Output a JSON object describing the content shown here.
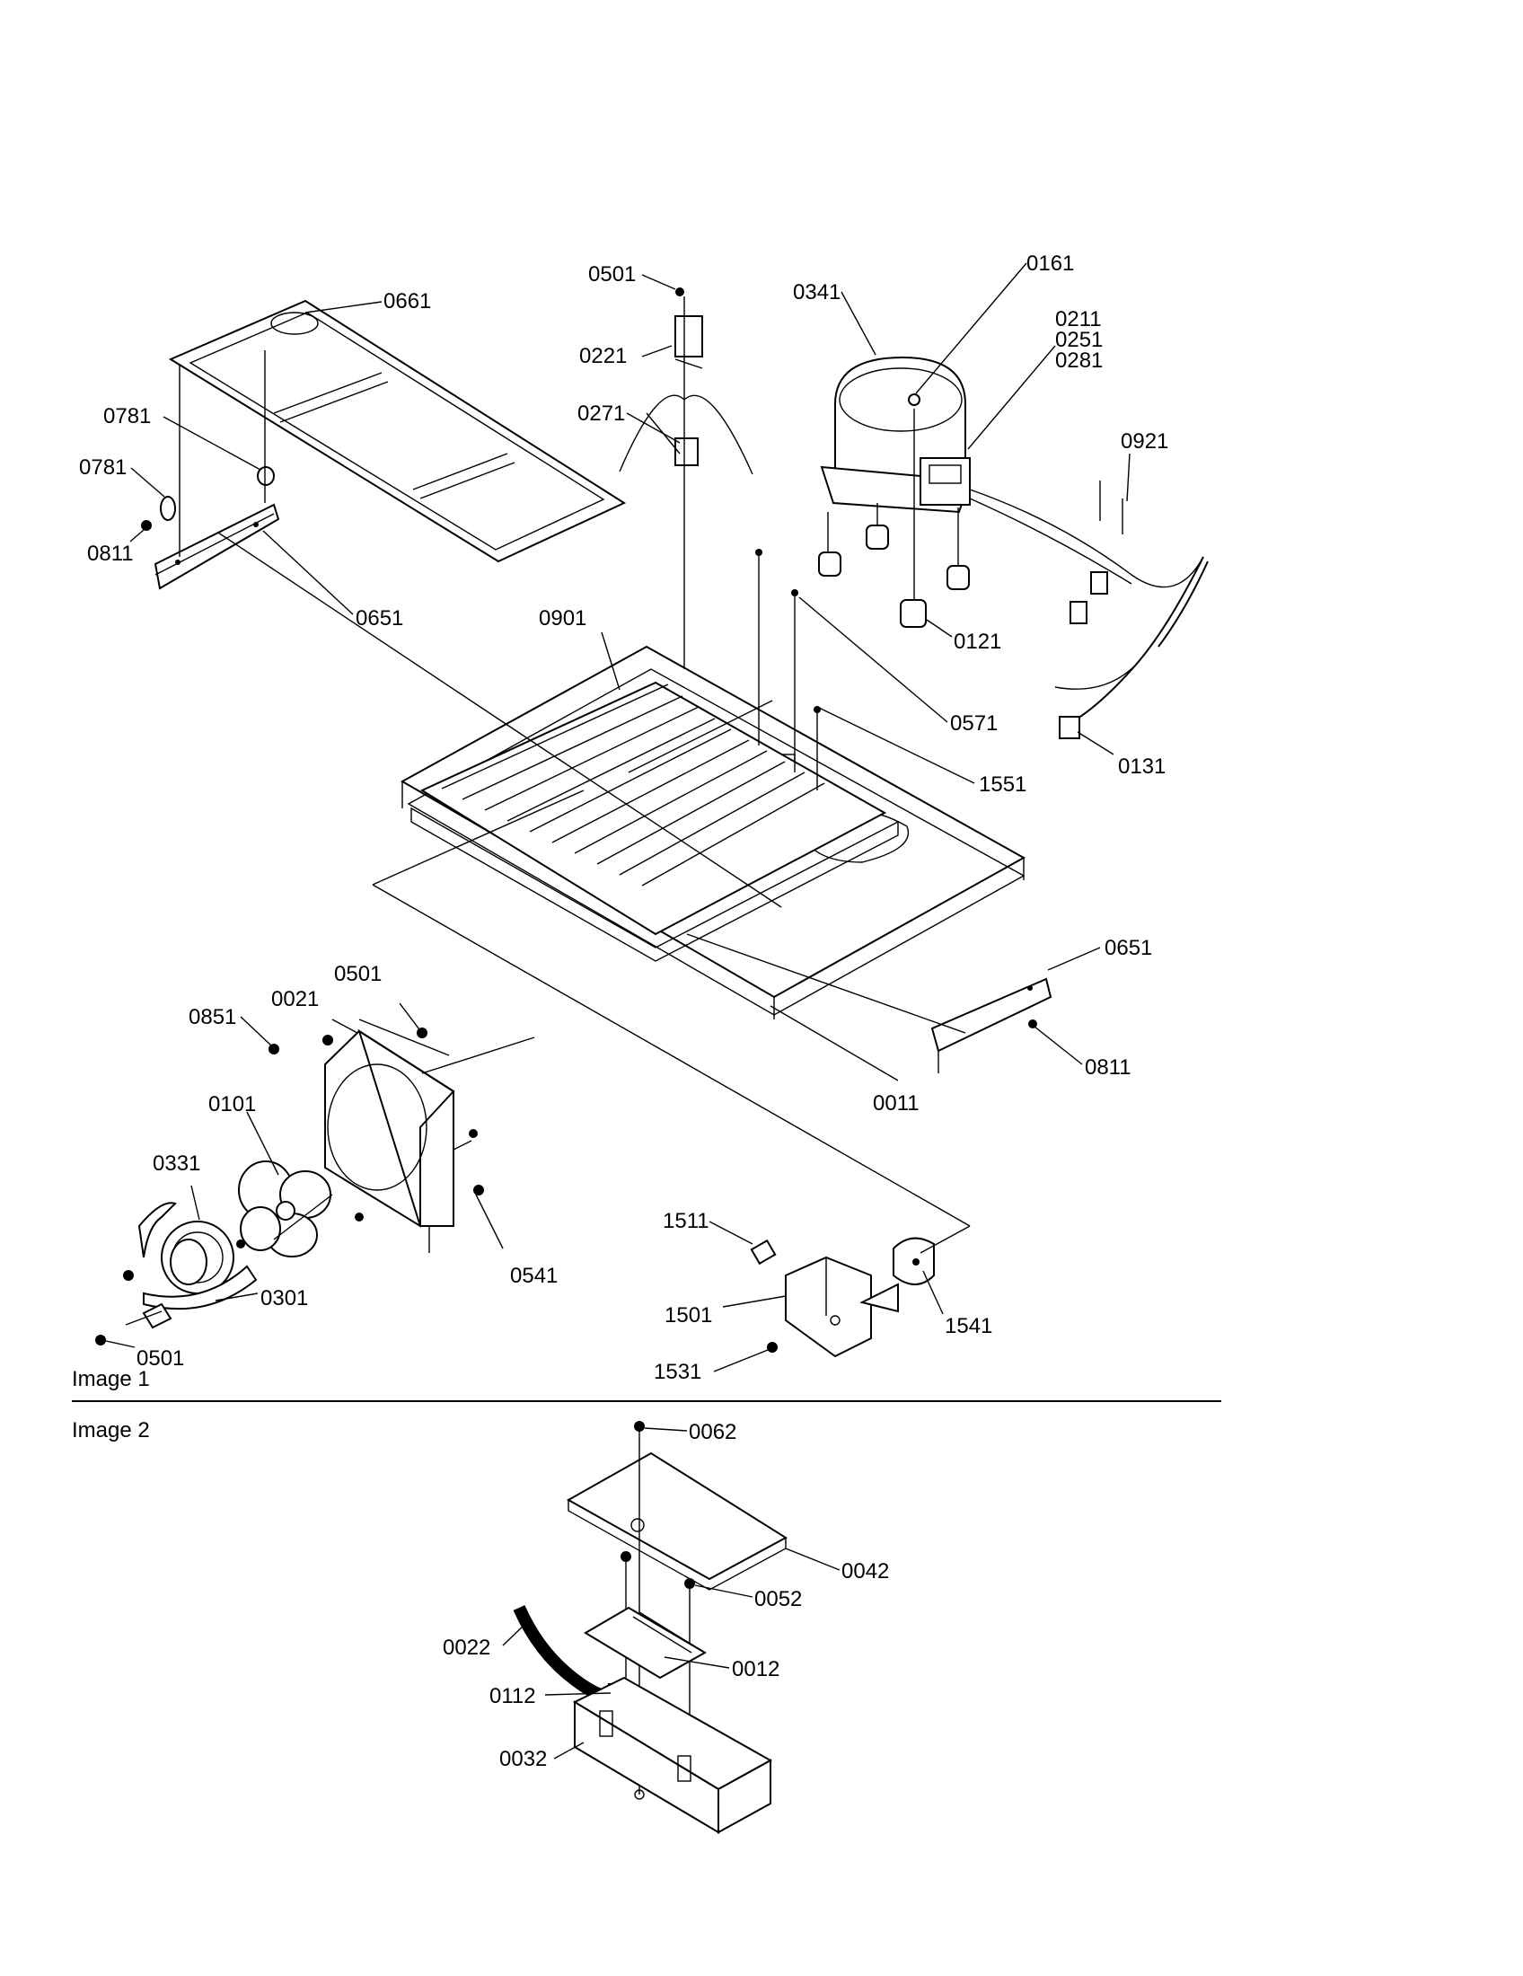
{
  "sections": [
    {
      "id": "image1",
      "label": "Image 1"
    },
    {
      "id": "image2",
      "label": "Image 2"
    }
  ],
  "callouts": {
    "image1": [
      "0501",
      "0661",
      "0221",
      "0341",
      "0161",
      "0211",
      "0251",
      "0281",
      "0271",
      "0781",
      "0781",
      "0811",
      "0921",
      "0651",
      "0901",
      "0121",
      "0571",
      "1551",
      "0131",
      "0501",
      "0021",
      "0851",
      "0651",
      "0811",
      "0101",
      "0011",
      "0331",
      "1511",
      "0541",
      "1501",
      "1541",
      "0301",
      "0501",
      "1531"
    ],
    "image2": [
      "0062",
      "0042",
      "0052",
      "0022",
      "0012",
      "0112",
      "0032"
    ]
  }
}
